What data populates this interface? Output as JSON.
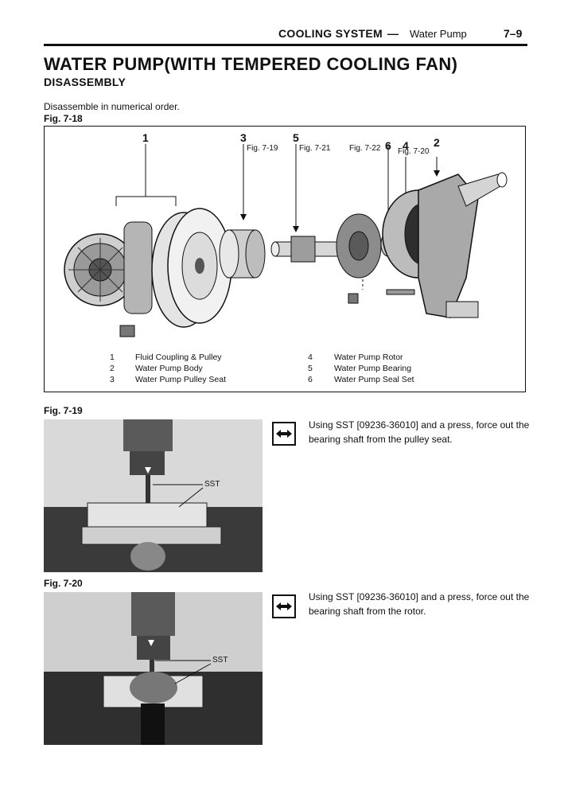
{
  "header": {
    "section": "COOLING SYSTEM",
    "dash": "—",
    "subsection": "Water Pump",
    "page": "7–9"
  },
  "title": "WATER PUMP(WITH TEMPERED COOLING FAN)",
  "subtitle": "DISASSEMBLY",
  "intro": "Disassemble in numerical order.",
  "figures": {
    "main": {
      "label": "Fig. 7-18",
      "callouts": [
        "1",
        "3",
        "5",
        "6",
        "4",
        "2"
      ],
      "refs": [
        "Fig. 7-19",
        "Fig. 7-21",
        "Fig. 7-22",
        "Fig. 7-20"
      ],
      "legend_left": [
        {
          "num": "1",
          "name": "Fluid Coupling & Pulley"
        },
        {
          "num": "2",
          "name": "Water Pump Body"
        },
        {
          "num": "3",
          "name": "Water Pump Pulley Seat"
        }
      ],
      "legend_right": [
        {
          "num": "4",
          "name": "Water Pump Rotor"
        },
        {
          "num": "5",
          "name": "Water Pump Bearing"
        },
        {
          "num": "6",
          "name": "Water Pump Seal Set"
        }
      ]
    },
    "fig19": {
      "label": "Fig. 7-19",
      "photo_label": "SST",
      "text": "Using SST [09236-36010] and a press, force out the bearing shaft from the pulley seat."
    },
    "fig20": {
      "label": "Fig. 7-20",
      "photo_label": "SST",
      "text": "Using SST [09236-36010] and a press, force out the bearing shaft from the rotor."
    }
  },
  "icons": {
    "press_out": "arrows-outward-icon"
  }
}
